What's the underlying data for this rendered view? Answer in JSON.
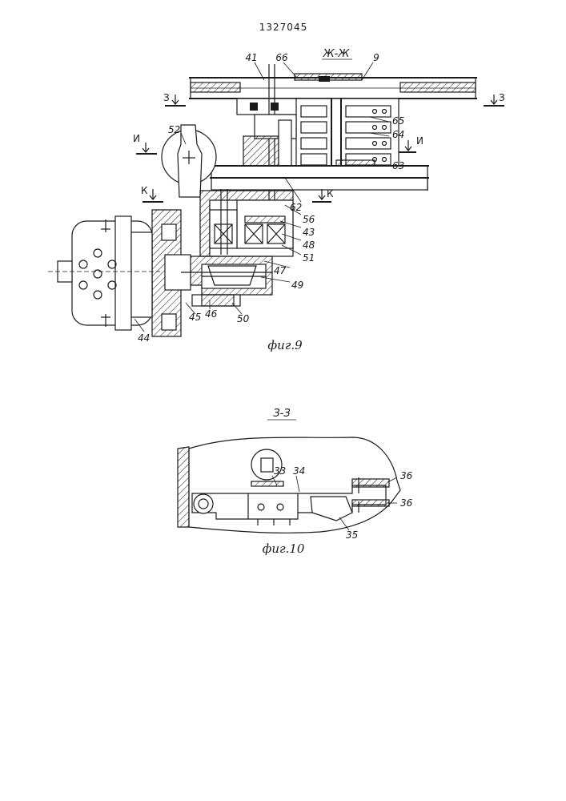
{
  "document_number": "1327045",
  "figure9": {
    "caption": "фиг.9",
    "section_top": "Ж-Ж",
    "section_marks": {
      "z": "З",
      "i": "И",
      "k": "К"
    },
    "labels": [
      "41",
      "66",
      "9",
      "65",
      "64",
      "63",
      "52",
      "62",
      "56",
      "43",
      "48",
      "51",
      "47",
      "49",
      "50",
      "46",
      "45",
      "44"
    ]
  },
  "figure10": {
    "caption": "фиг.10",
    "section_title": "З-З",
    "labels": [
      "33",
      "34",
      "36",
      "36",
      "35"
    ]
  }
}
